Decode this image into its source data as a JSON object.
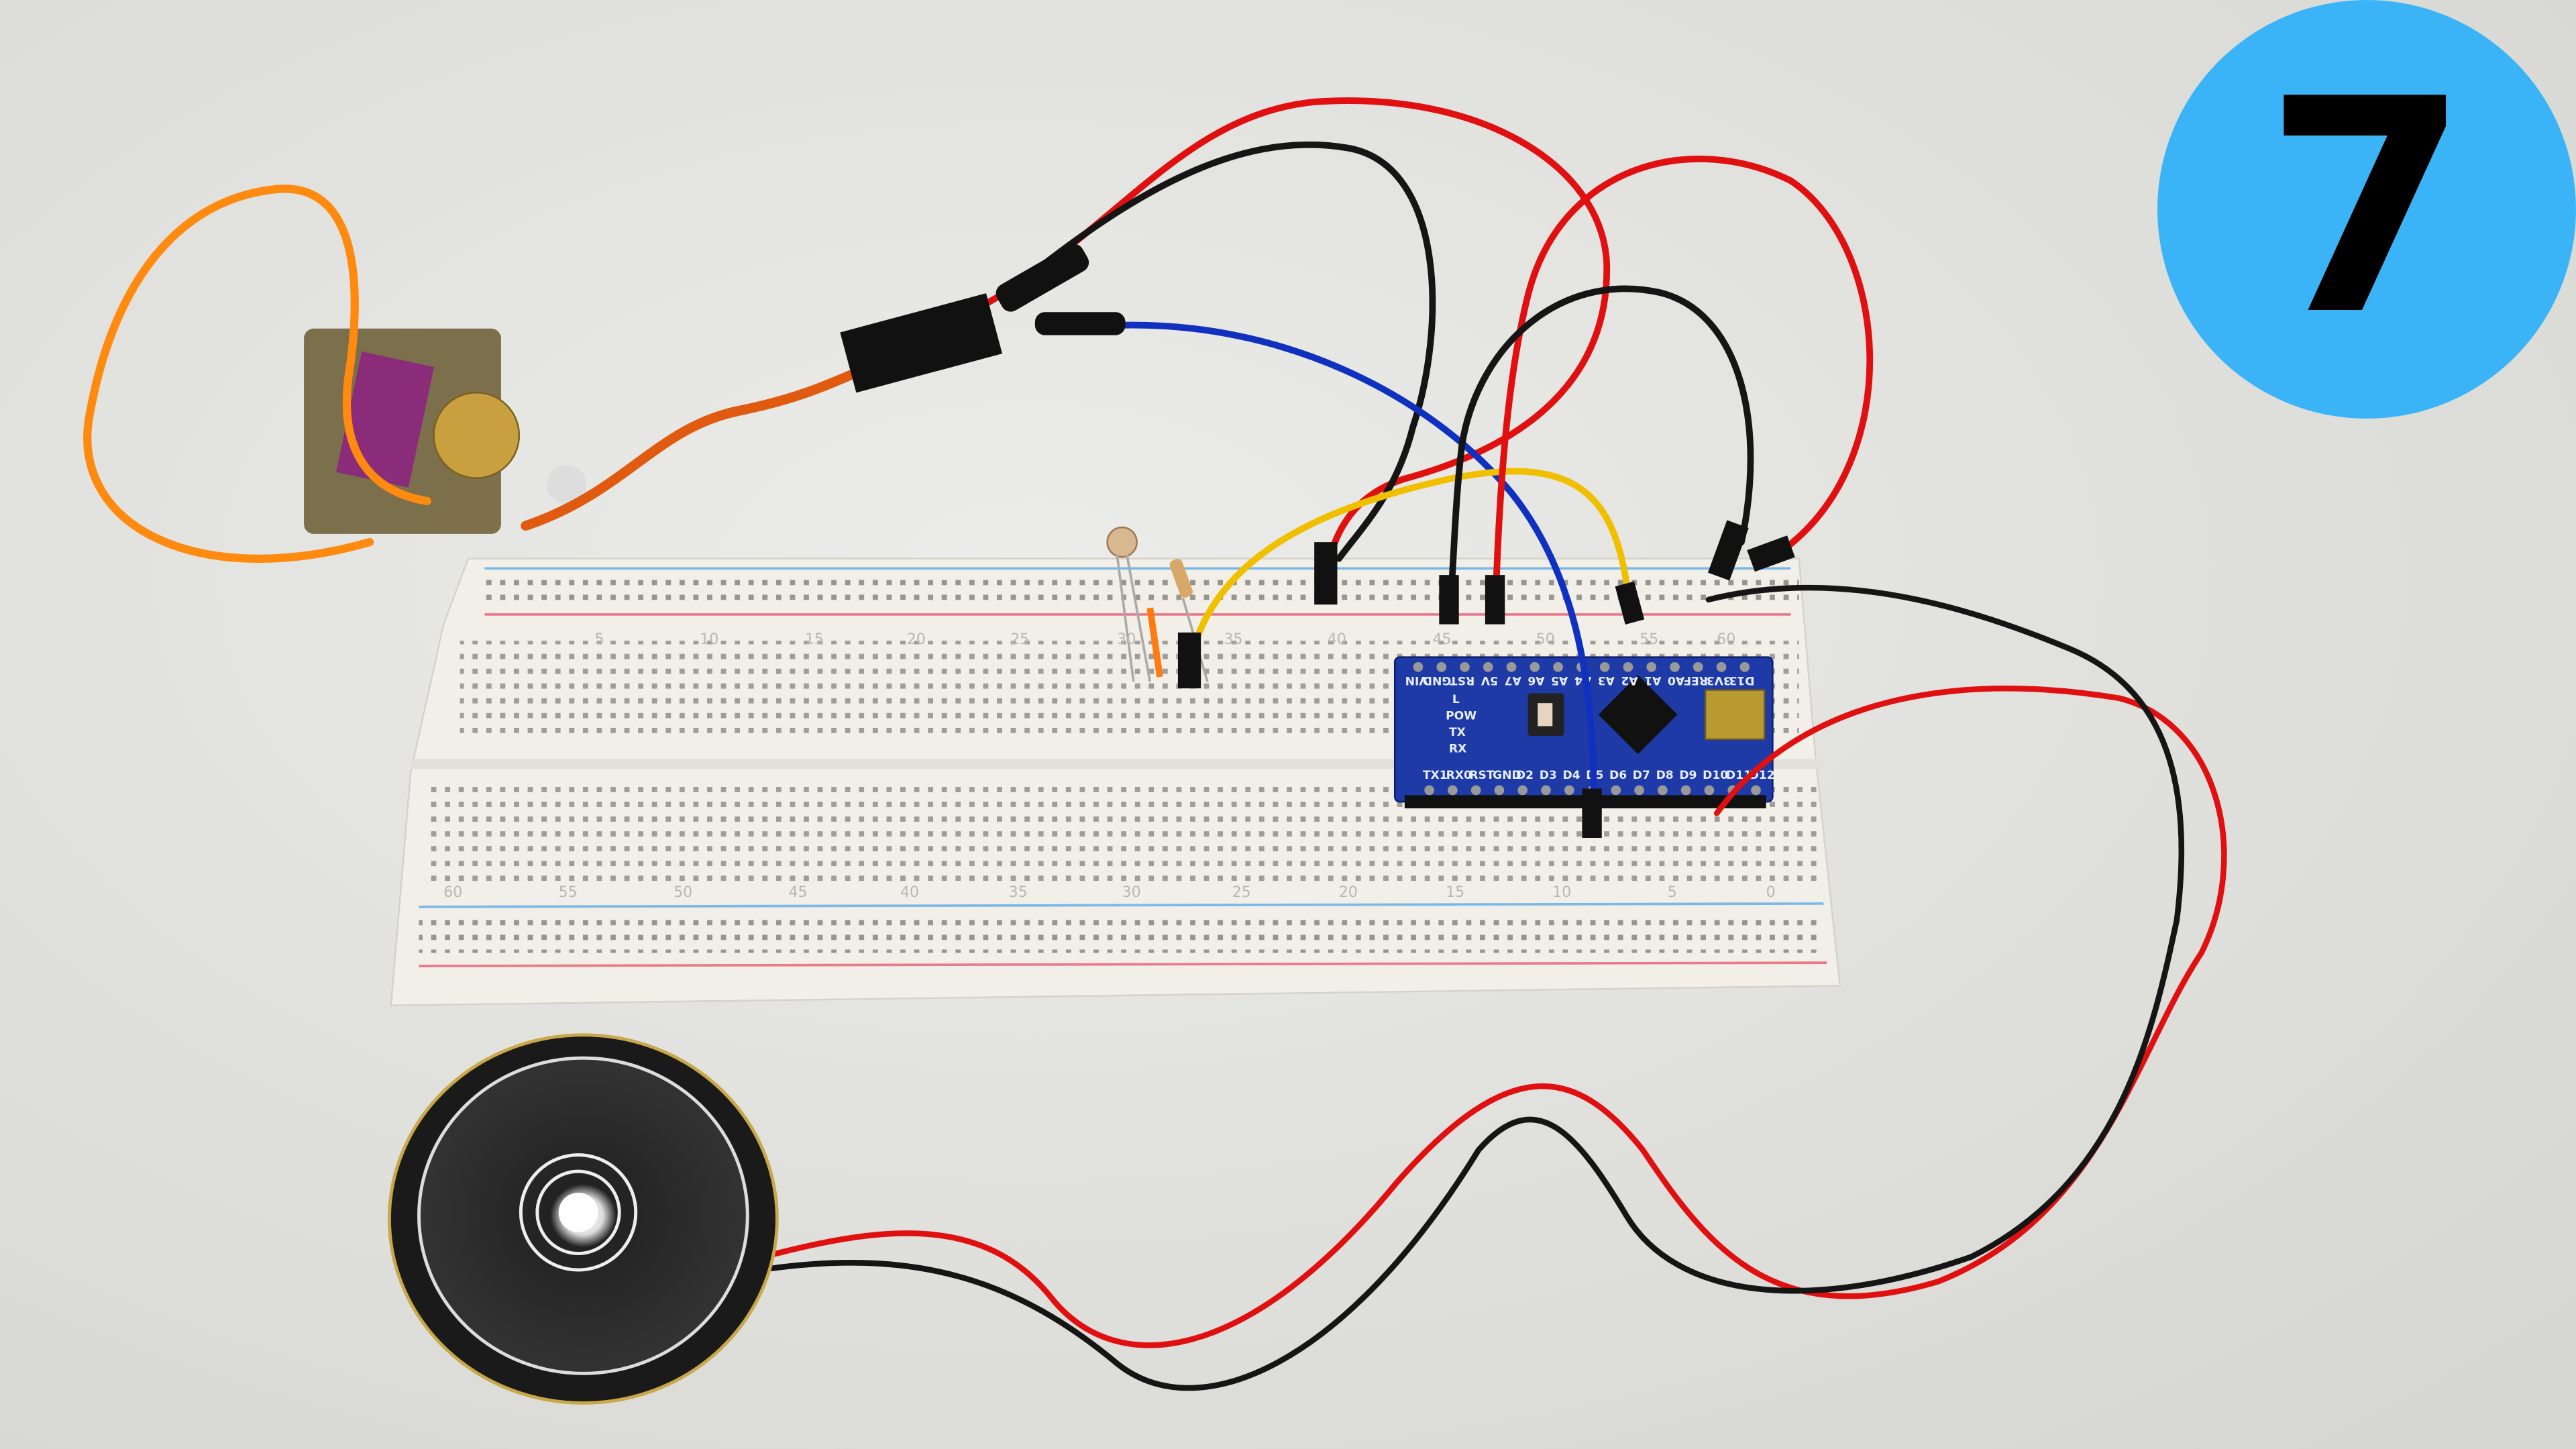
{
  "badge": {
    "number": "7",
    "color": "#3bb4f7"
  },
  "arduino": {
    "top_pins": [
      "D13",
      "3V3",
      "REF",
      "A0",
      "A1",
      "A2",
      "A3",
      "A4",
      "A5",
      "A6",
      "A7",
      "5V",
      "RST",
      "GND",
      "VIN"
    ],
    "bottom_pins": [
      "TX1",
      "RX0",
      "RST",
      "GND",
      "D2",
      "D3",
      "D4",
      "D5",
      "D6",
      "D7",
      "D8",
      "D9",
      "D10",
      "D11",
      "D12"
    ],
    "leds": [
      "L",
      "POW",
      "TX",
      "RX"
    ],
    "board_color": "#1d3aa6"
  },
  "breadboard": {
    "top_numbers": [
      "5",
      "10",
      "15",
      "20",
      "25",
      "30",
      "35",
      "40",
      "45",
      "50",
      "55",
      "60"
    ],
    "bottom_numbers": [
      "60",
      "55",
      "50",
      "45",
      "40",
      "35",
      "30",
      "25",
      "20",
      "15",
      "10",
      "5",
      "0"
    ]
  },
  "wire_colors": {
    "red": "#e01010",
    "black": "#151515",
    "blue": "#1030c0",
    "yellow": "#f0c000",
    "orange": "#ff8a10"
  }
}
